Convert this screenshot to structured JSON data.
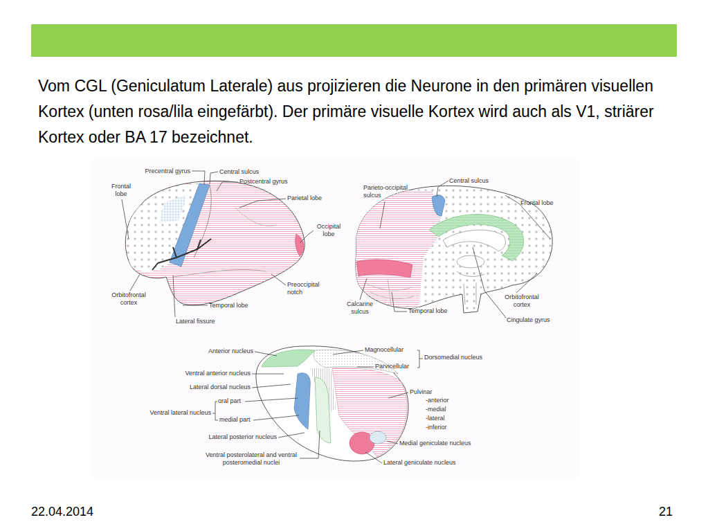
{
  "diagram": {
    "labels": [
      "Vom CGL (Geniculatum Laterale) aus projizieren die Neurone in den primären visuellen Kortex (unten rosa/lila eingefärbt). Der primäre visuelle Kortex wird auch als V1, striärer Kortex oder BA 17 bezeichnet.",
      "Precentral gyrus",
      "Central sulcus",
      "Postcentral gyrus",
      "Frontal lobe",
      "Parietal lobe",
      "Occipital lobe",
      "Orbitofrontal cortex",
      "Preoccipital notch",
      "Temporal lobe",
      "Lateral fissure",
      "Parieto-occipital sulcus",
      "Central sulcus",
      "Frontal lobe",
      "Calcarine sulcus",
      "Temporal lobe",
      "Orbitofrontal cortex",
      "Cingulate gyrus",
      "Anterior nucleus",
      "Ventral anterior nucleus",
      "Lateral dorsal nucleus",
      "Ventral lateral nucleus",
      "oral part",
      "medial part",
      "Lateral posterior nucleus",
      "Ventral posterolateral and ventral posteromedial nuclei",
      "Magnocellular",
      "Parvicellular",
      "Dorsomedial nucleus",
      "Pulvinar",
      "-anterior",
      "-medial",
      "-lateral",
      "-inferior",
      "Medial geniculate nucleus",
      "Lateral geniculate nucleus",
      "22.04.2014",
      "21"
    ]
  }
}
